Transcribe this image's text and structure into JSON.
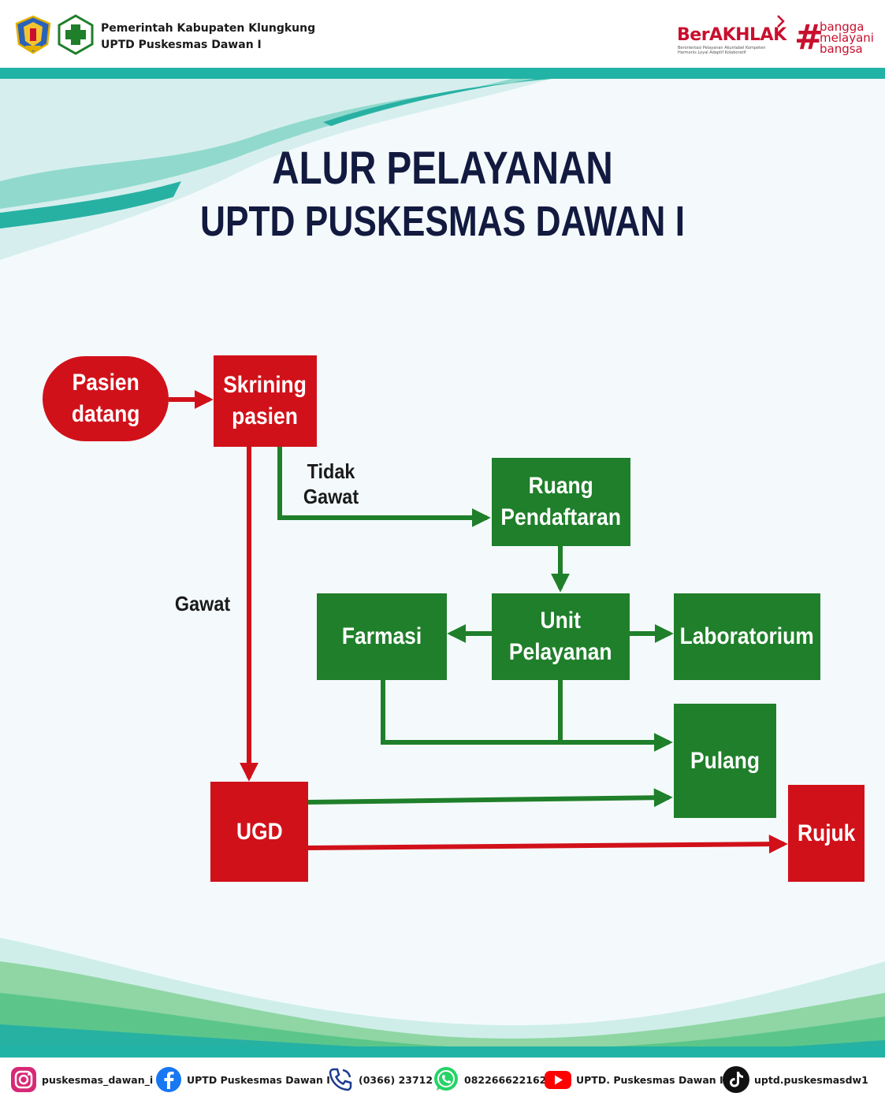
{
  "header": {
    "org_line1": "Pemerintah Kabupaten Klungkung",
    "org_line2": "UPTD Puskesmas Dawan I",
    "berakhlak": "BerAKHLAK",
    "berakhlak_sub1": "Berorientasi Pelayanan   Akuntabel Kompeten",
    "berakhlak_sub2": "Harmonis Loyal Adaptif Kolaboratif",
    "hashtag": "#",
    "bangga1": "bangga",
    "bangga2": "melayani",
    "bangga3": "bangsa",
    "icons": [
      "klungkung-emblem-icon",
      "puskesmas-logo-icon"
    ]
  },
  "title": {
    "line1": "ALUR PELAYANAN",
    "line2": "UPTD PUSKESMAS DAWAN I"
  },
  "diagram": {
    "nodes": {
      "pasien": "Pasien\ndatang",
      "skrining": "Skrining\npasien",
      "pendaftaran": "Ruang\nPendaftaran",
      "unit": "Unit\nPelayanan",
      "farmasi": "Farmasi",
      "lab": "Laboratorium",
      "pulang": "Pulang",
      "ugd": "UGD",
      "rujuk": "Rujuk"
    },
    "edge_labels": {
      "tidak_gawat": "Tidak\nGawat",
      "gawat": "Gawat"
    },
    "edges": [
      {
        "from": "pasien",
        "to": "skrining",
        "color": "red"
      },
      {
        "from": "skrining",
        "to": "pendaftaran",
        "color": "green",
        "label": "tidak_gawat"
      },
      {
        "from": "skrining",
        "to": "ugd",
        "color": "red",
        "label": "gawat"
      },
      {
        "from": "pendaftaran",
        "to": "unit",
        "color": "green"
      },
      {
        "from": "unit",
        "to": "farmasi",
        "color": "green"
      },
      {
        "from": "unit",
        "to": "lab",
        "color": "green"
      },
      {
        "from": "farmasi",
        "to": "pulang",
        "color": "green"
      },
      {
        "from": "unit",
        "to": "pulang",
        "color": "green"
      },
      {
        "from": "ugd",
        "to": "pulang",
        "color": "green"
      },
      {
        "from": "ugd",
        "to": "rujuk",
        "color": "red"
      }
    ],
    "colors": {
      "red": "#d1111a",
      "green": "#1f7f2a"
    }
  },
  "footer": {
    "instagram": "puskesmas_dawan_i",
    "facebook": "UPTD Puskesmas Dawan I",
    "phone": "(0366) 23712",
    "whatsapp": "082266622162",
    "youtube": "UPTD. Puskesmas Dawan I",
    "tiktok": "uptd.puskesmasdw1",
    "icons": [
      "instagram-icon",
      "facebook-icon",
      "phone-icon",
      "whatsapp-icon",
      "youtube-icon",
      "tiktok-icon"
    ]
  }
}
